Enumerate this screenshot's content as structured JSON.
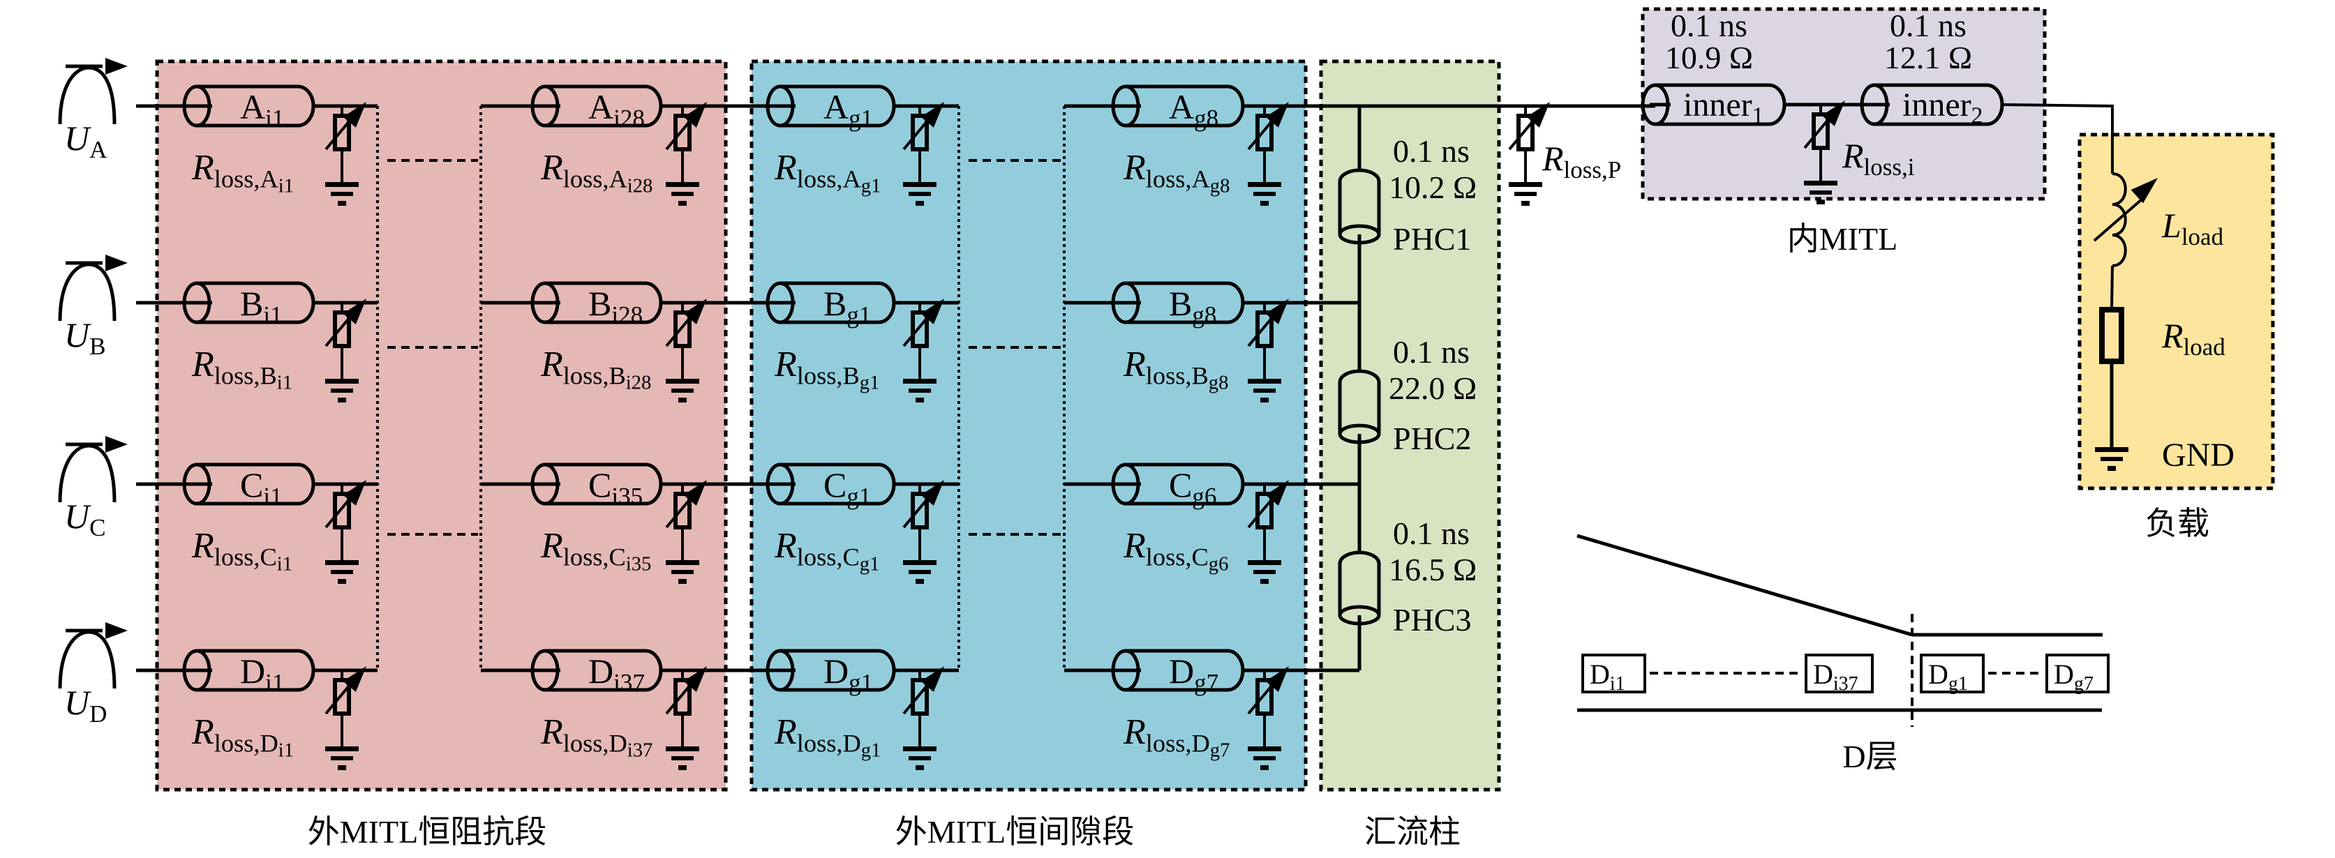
{
  "colors": {
    "outer_impedance": "#E4B8B5",
    "outer_gap": "#93CDDC",
    "convolute": "#D8E3C2",
    "inner_mitl": "#DCD6E3",
    "load": "#FDE59E"
  },
  "sections": {
    "outer_impedance_label": "外MITL恒阻抗段",
    "outer_gap_label": "外MITL恒间隙段",
    "convolute_label": "汇流柱",
    "inner_mitl_label": "内MITL",
    "load_label": "负载",
    "d_layer_label": "D层"
  },
  "sources": [
    {
      "symbol": "U",
      "sub": "A"
    },
    {
      "symbol": "U",
      "sub": "B"
    },
    {
      "symbol": "U",
      "sub": "C"
    },
    {
      "symbol": "U",
      "sub": "D"
    }
  ],
  "rows": [
    {
      "layer": "A",
      "impedance_first": {
        "name": "A",
        "sub": "i1",
        "loss": "A",
        "loss_sub": "i1"
      },
      "impedance_last": {
        "name": "A",
        "sub": "i28",
        "loss": "A",
        "loss_sub": "i28"
      },
      "gap_first": {
        "name": "A",
        "sub": "g1",
        "loss": "A",
        "loss_sub": "g1"
      },
      "gap_last": {
        "name": "A",
        "sub": "g8",
        "loss": "A",
        "loss_sub": "g8"
      }
    },
    {
      "layer": "B",
      "impedance_first": {
        "name": "B",
        "sub": "i1",
        "loss": "B",
        "loss_sub": "i1"
      },
      "impedance_last": {
        "name": "B",
        "sub": "i28",
        "loss": "B",
        "loss_sub": "i28"
      },
      "gap_first": {
        "name": "B",
        "sub": "g1",
        "loss": "B",
        "loss_sub": "g1"
      },
      "gap_last": {
        "name": "B",
        "sub": "g8",
        "loss": "B",
        "loss_sub": "g8"
      }
    },
    {
      "layer": "C",
      "impedance_first": {
        "name": "C",
        "sub": "i1",
        "loss": "C",
        "loss_sub": "i1"
      },
      "impedance_last": {
        "name": "C",
        "sub": "i35",
        "loss": "C",
        "loss_sub": "i35"
      },
      "gap_first": {
        "name": "C",
        "sub": "g1",
        "loss": "C",
        "loss_sub": "g1"
      },
      "gap_last": {
        "name": "C",
        "sub": "g6",
        "loss": "C",
        "loss_sub": "g6"
      }
    },
    {
      "layer": "D",
      "impedance_first": {
        "name": "D",
        "sub": "i1",
        "loss": "D",
        "loss_sub": "i1"
      },
      "impedance_last": {
        "name": "D",
        "sub": "i37",
        "loss": "D",
        "loss_sub": "i37"
      },
      "gap_first": {
        "name": "D",
        "sub": "g1",
        "loss": "D",
        "loss_sub": "g1"
      },
      "gap_last": {
        "name": "D",
        "sub": "g7",
        "loss": "D",
        "loss_sub": "g7"
      }
    }
  ],
  "loss_prefix": {
    "symbol": "R",
    "sub": "loss,"
  },
  "convolute": [
    {
      "delay": "0.1 ns",
      "impedance": "10.2 Ω",
      "name": "PHC1"
    },
    {
      "delay": "0.1 ns",
      "impedance": "22.0 Ω",
      "name": "PHC2"
    },
    {
      "delay": "0.1 ns",
      "impedance": "16.5 Ω",
      "name": "PHC3"
    }
  ],
  "convolute_loss": {
    "symbol": "R",
    "sub": "loss,P"
  },
  "inner": [
    {
      "delay": "0.1 ns",
      "impedance": "10.9 Ω",
      "name": "inner",
      "sub": "1"
    },
    {
      "delay": "0.1 ns",
      "impedance": "12.1 Ω",
      "name": "inner",
      "sub": "2"
    }
  ],
  "inner_loss": {
    "symbol": "R",
    "sub": "loss,i"
  },
  "load": {
    "inductor": {
      "symbol": "L",
      "sub": "load"
    },
    "resistor": {
      "symbol": "R",
      "sub": "load"
    },
    "ground": "GND"
  },
  "d_layer_inset": [
    {
      "name": "D",
      "sub": "i1"
    },
    {
      "name": "D",
      "sub": "i37"
    },
    {
      "name": "D",
      "sub": "g1"
    },
    {
      "name": "D",
      "sub": "g7"
    }
  ]
}
